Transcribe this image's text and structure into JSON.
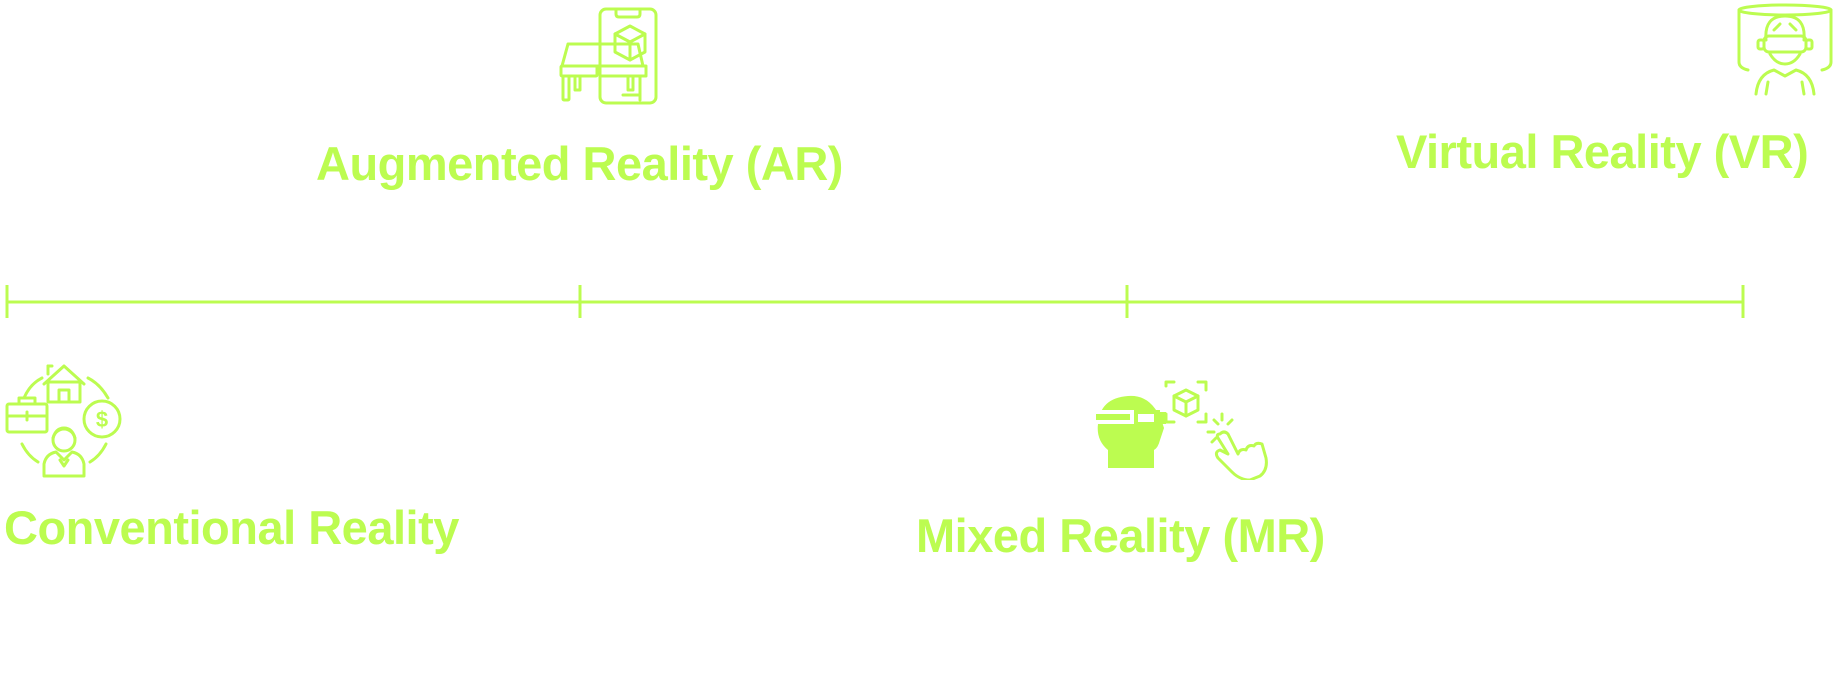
{
  "accent_color": "#bcfc50",
  "stages": [
    {
      "label": "Conventional Reality",
      "icon": "people-money-home-briefcase-icon"
    },
    {
      "label": "Augmented Reality (AR)",
      "icon": "phone-desk-cube-icon"
    },
    {
      "label": "Mixed Reality (MR)",
      "icon": "headset-cube-hand-icon"
    },
    {
      "label": "Virtual Reality (VR)",
      "icon": "vr-headset-person-icon"
    }
  ]
}
